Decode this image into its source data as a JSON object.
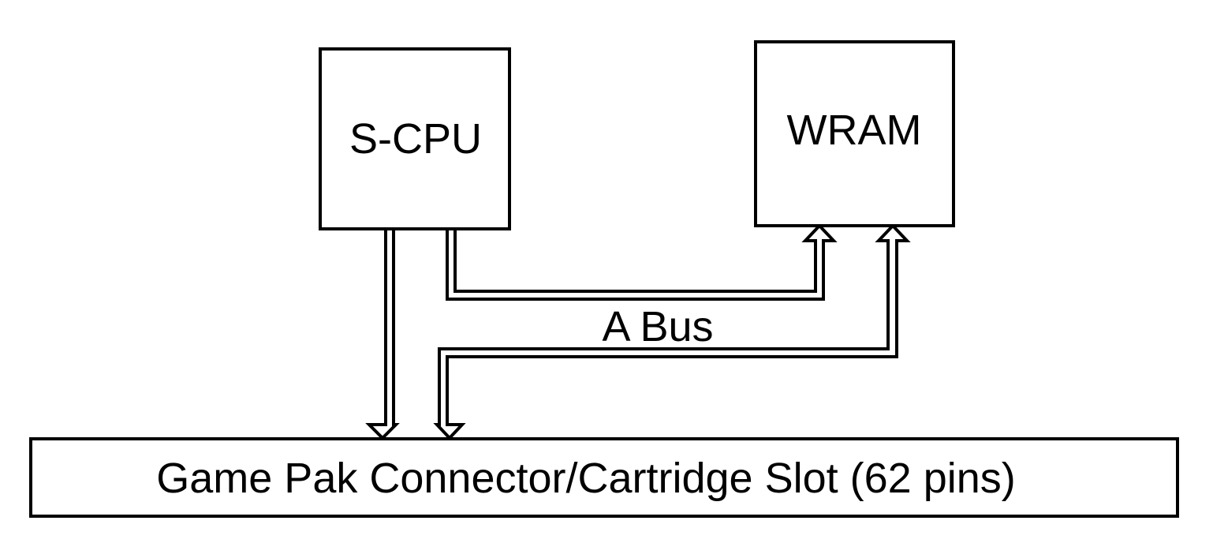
{
  "nodes": {
    "cpu": {
      "label": "S-CPU"
    },
    "wram": {
      "label": "WRAM"
    },
    "slot": {
      "label": "Game Pak Connector/Cartridge Slot (62 pins)"
    }
  },
  "bus": {
    "label": "A Bus"
  },
  "colors": {
    "stroke": "#000000",
    "fill": "#ffffff"
  }
}
